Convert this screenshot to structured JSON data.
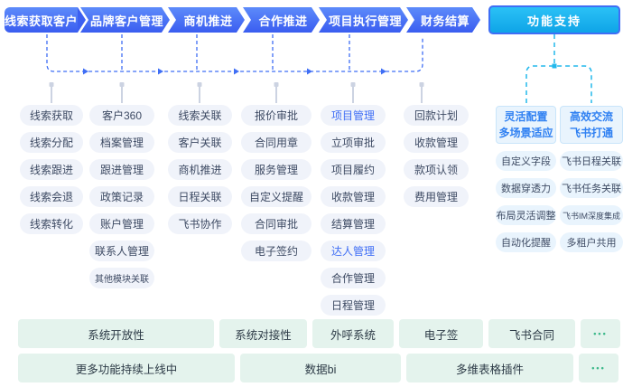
{
  "flow_steps": [
    "线索获取客户",
    "品牌客户管理",
    "商机推进",
    "合作推进",
    "项目执行管理",
    "财务结算"
  ],
  "support_button": "功能支持",
  "columns": [
    [
      "线索获取",
      "线索分配",
      "线索跟进",
      "线索会退",
      "线索转化"
    ],
    [
      "客户360",
      "档案管理",
      "跟进管理",
      "政策记录",
      "账户管理",
      "联系人管理",
      "其他模块关联"
    ],
    [
      "线索关联",
      "客户关联",
      "商机推进",
      "日程关联",
      "飞书协作"
    ],
    [
      "报价审批",
      "合同用章",
      "服务管理",
      "自定义提醒",
      "合同审批",
      "电子签约"
    ],
    [
      "项目管理",
      "立项审批",
      "项目履约",
      "收款管理",
      "结算管理",
      "达人管理",
      "合作管理",
      "日程管理"
    ],
    [
      "回款计划",
      "收款管理",
      "款项认领",
      "费用管理"
    ]
  ],
  "highlighted_nodes": [
    "项目管理",
    "达人管理"
  ],
  "support": {
    "groups": [
      {
        "header_line1": "灵活配置",
        "header_line2": "多场景适应",
        "items": [
          "自定义字段",
          "数据穿透力",
          "布局灵活调整",
          "自动化提醒"
        ]
      },
      {
        "header_line1": "高效交流",
        "header_line2": "飞书打通",
        "items": [
          "飞书日程关联",
          "飞书任务关联",
          "飞书IM深度集成",
          "多租户共用"
        ]
      }
    ]
  },
  "bottom_rows": [
    [
      "系统开放性",
      "系统对接性",
      "外呼系统",
      "电子签",
      "飞书合同",
      "•••"
    ],
    [
      "更多功能持续上线中",
      "数据bi",
      "多维表格插件",
      "•••"
    ]
  ],
  "colors": {
    "primary_blue": "#3f6ef5",
    "flow_gradient_top": "#5d8bfa",
    "flow_gradient_bottom": "#3a5df0",
    "support_cyan": "#1ab0ee",
    "node_bg": "#f0f3fa",
    "support_bg": "#e9f4fd",
    "support_header_text": "#2f80f2",
    "green_bg": "#e4f3ed",
    "green_dots": "#3cb88a"
  }
}
